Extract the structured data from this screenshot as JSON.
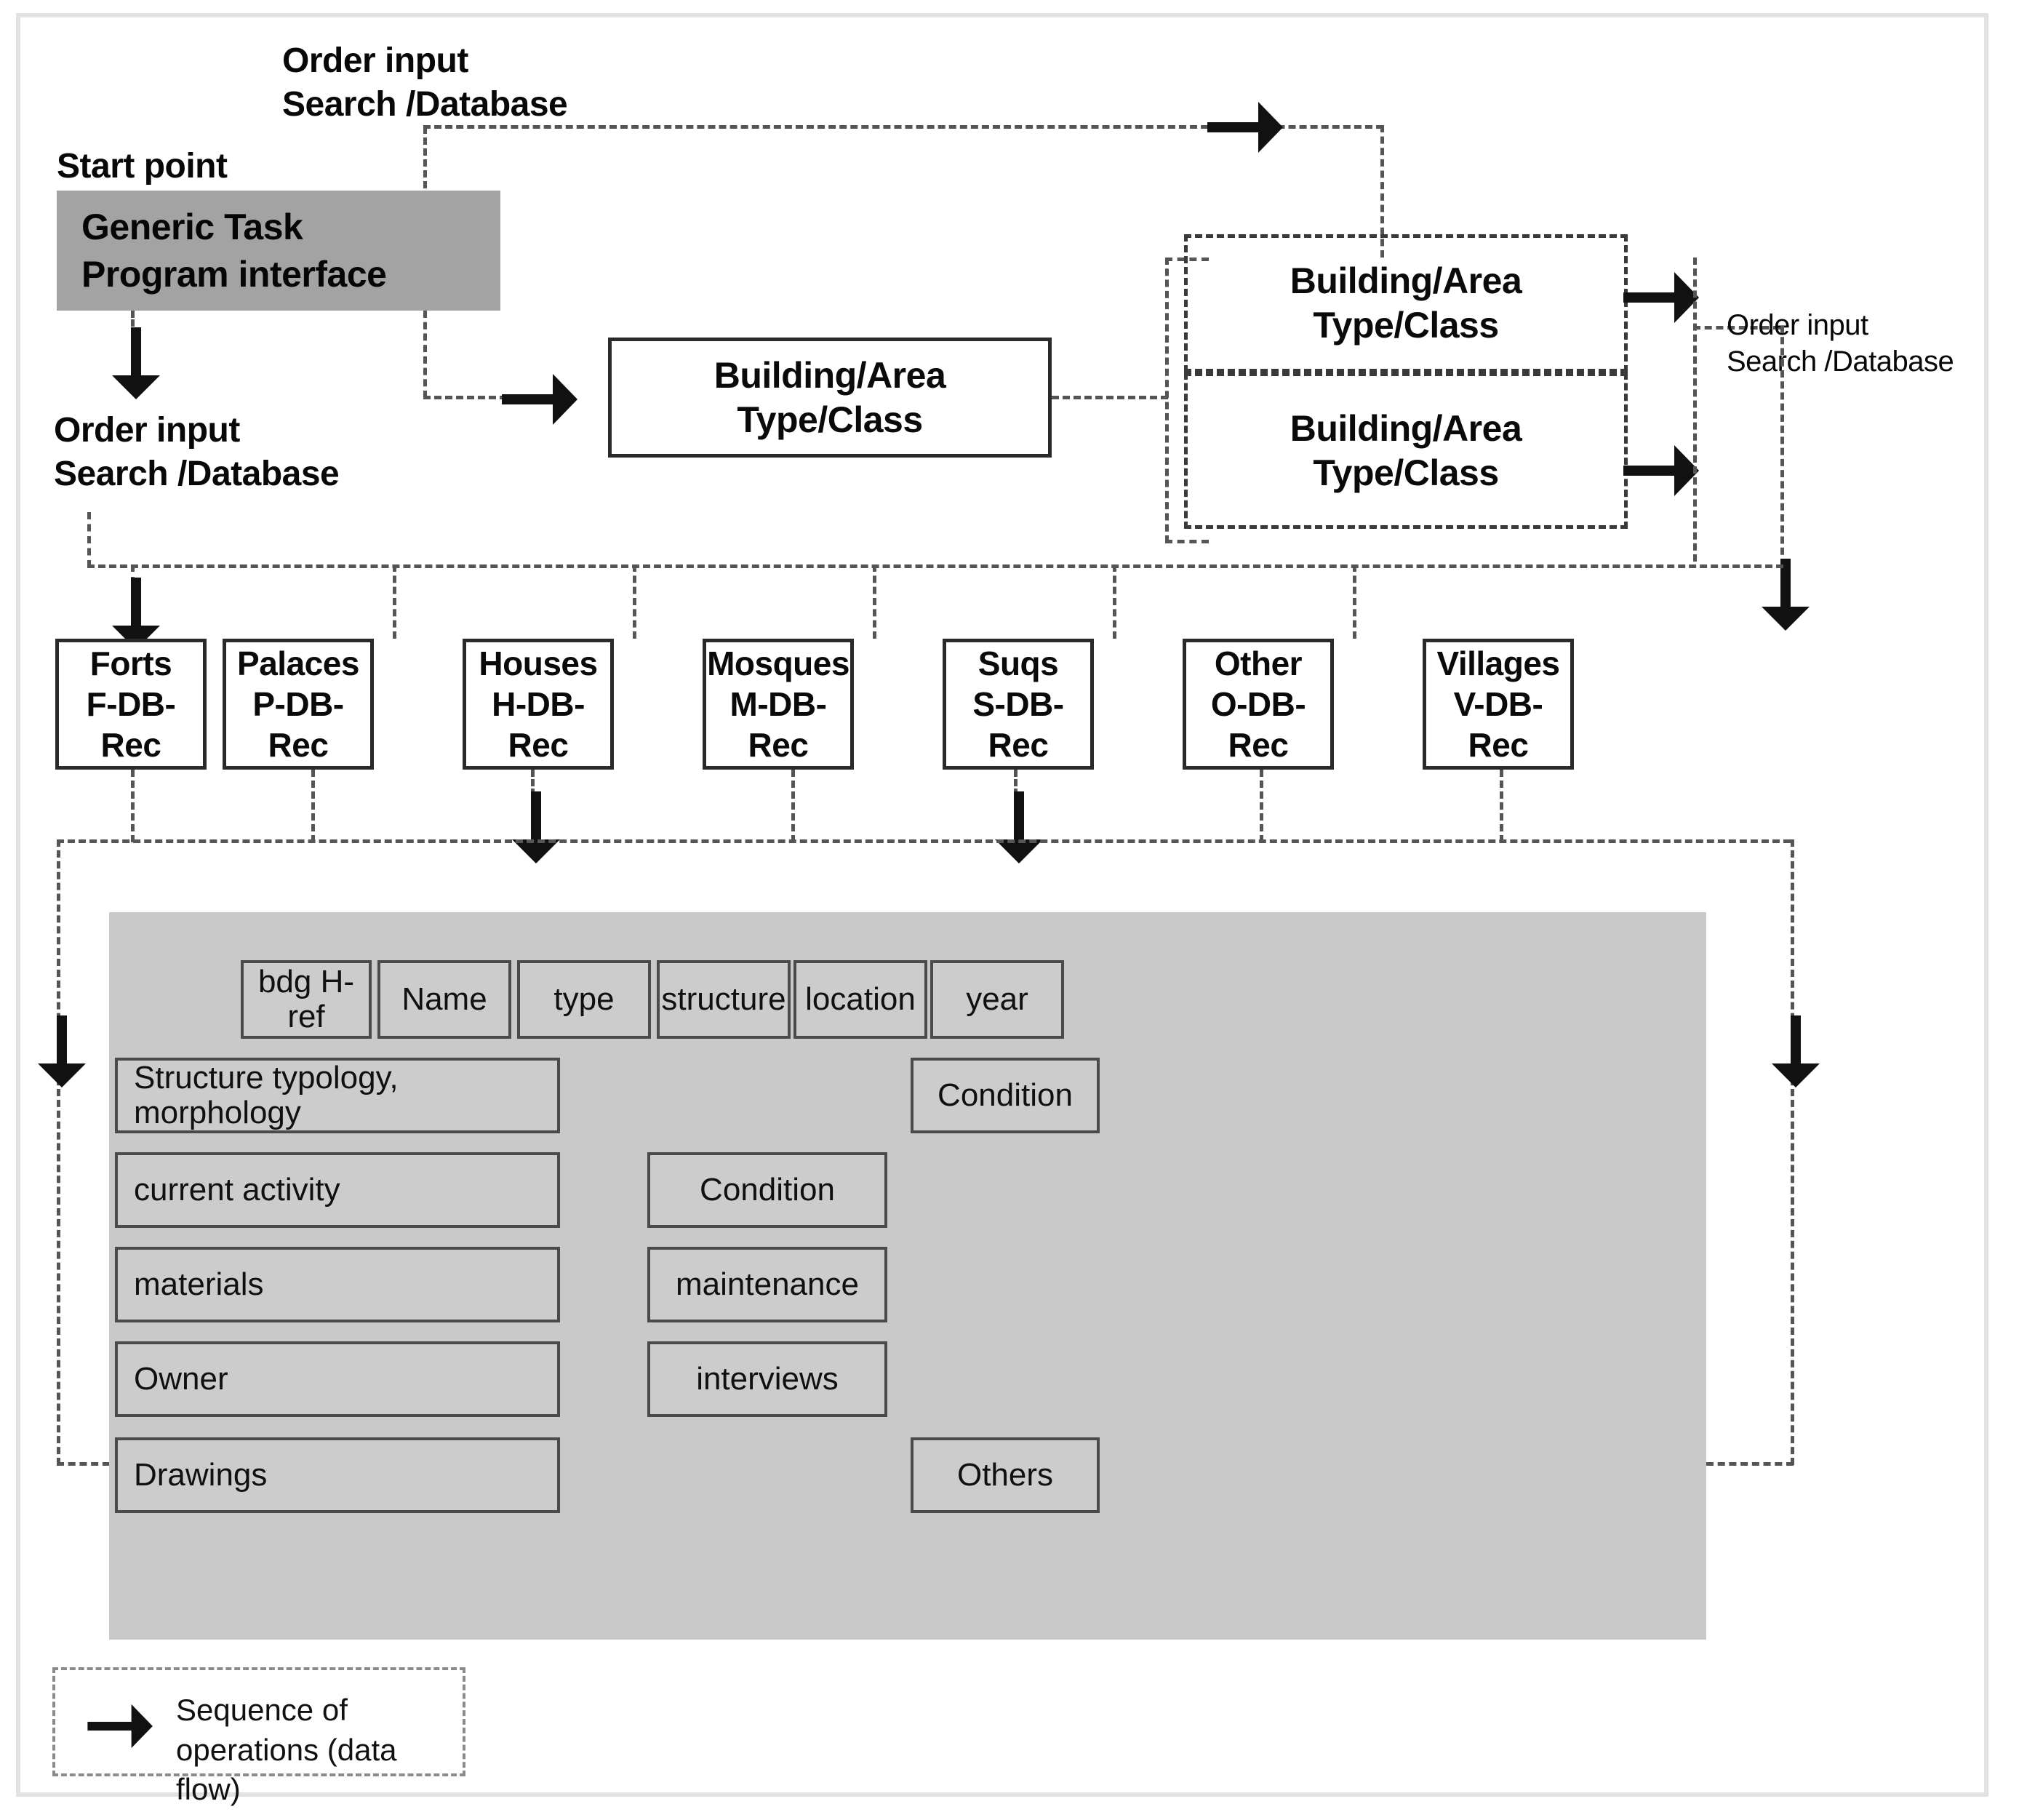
{
  "diagram": {
    "start_label": "Start point",
    "start_box": {
      "line1": "Generic Task",
      "line2": "Program interface"
    },
    "flow_labels": {
      "top": "Order input\nSearch /Database",
      "left": "Order input\nSearch /Database",
      "right": "Order input\nSearch /Database"
    },
    "building_boxes": [
      {
        "line1": "Building/Area",
        "line2": "Type/Class",
        "style": "solid"
      },
      {
        "line1": "Building/Area",
        "line2": "Type/Class",
        "style": "dashed"
      },
      {
        "line1": "Building/Area",
        "line2": "Type/Class",
        "style": "dashed"
      }
    ],
    "databases": [
      {
        "name": "Forts",
        "record": "F-DB-Rec"
      },
      {
        "name": "Palaces",
        "record": "P-DB-Rec"
      },
      {
        "name": "Houses",
        "record": "H-DB-Rec"
      },
      {
        "name": "Mosques",
        "record": "M-DB-Rec"
      },
      {
        "name": "Suqs",
        "record": "S-DB-Rec"
      },
      {
        "name": "Other",
        "record": "O-DB-Rec"
      },
      {
        "name": "Villages",
        "record": "V-DB-Rec"
      }
    ],
    "record_panel": {
      "header_fields": [
        "bdg H-ref",
        "Name",
        "type",
        "structure",
        "location",
        "year"
      ],
      "left_fields": [
        "Structure typology, morphology",
        "current activity",
        "materials",
        "Owner",
        "Drawings"
      ],
      "middle_fields": [
        "Condition",
        "maintenance",
        "interviews"
      ],
      "right_fields": [
        "Condition",
        "Others"
      ]
    },
    "legend": {
      "icon": "arrow-right-icon",
      "text": "Sequence of operations (data flow)"
    },
    "colors": {
      "start_box_fill": "#a3a3a3",
      "panel_fill": "#c9c9c9",
      "field_fill": "#cccccc",
      "line": "#555555",
      "border": "#2a2a2a",
      "frame": "#e2e2e2"
    }
  }
}
